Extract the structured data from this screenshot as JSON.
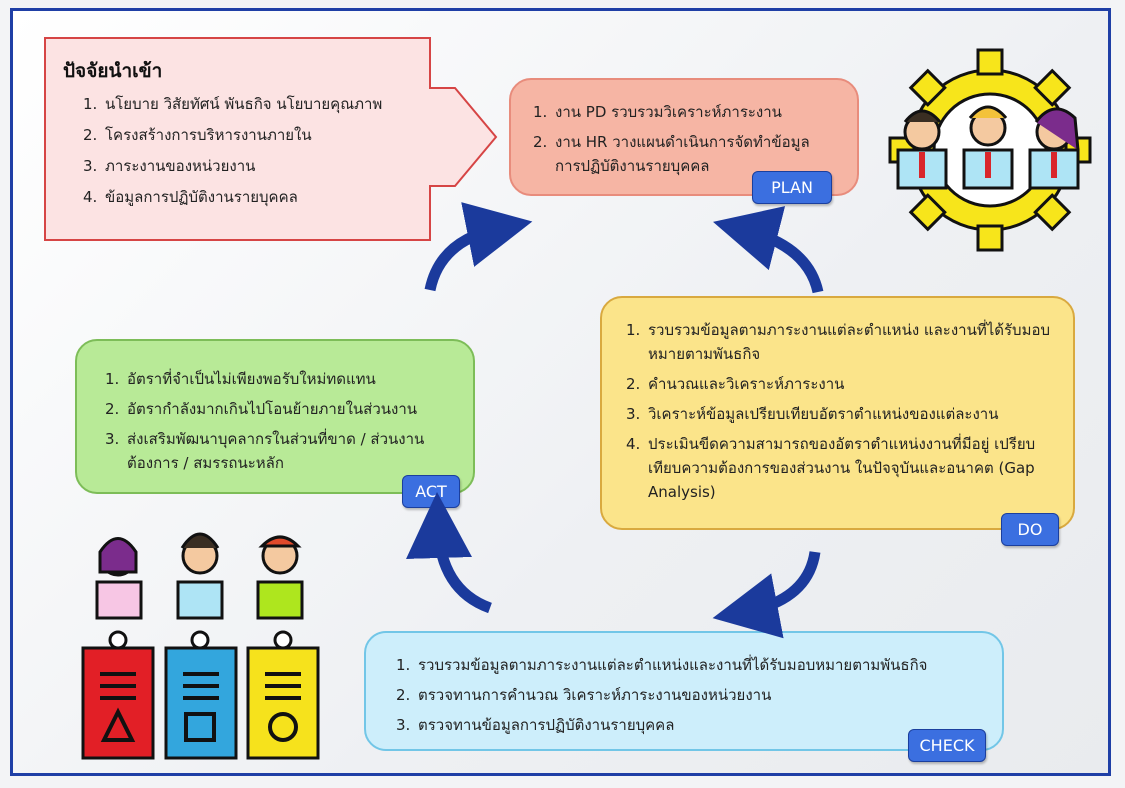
{
  "input_box": {
    "title": "ปัจจัยนำเข้า",
    "items": [
      {
        "n": "1.",
        "text": "นโยบาย วิสัยทัศน์ พันธกิจ นโยบายคุณภาพ"
      },
      {
        "n": "2.",
        "text": "โครงสร้างการบริหารงานภายใน"
      },
      {
        "n": "3.",
        "text": "ภาระงานของหน่วยงาน"
      },
      {
        "n": "4.",
        "text": "ข้อมูลการปฏิบัติงานรายบุคคล"
      }
    ]
  },
  "plan": {
    "label": "PLAN",
    "items": [
      {
        "n": "1.",
        "text": "งาน PD รวบรวมวิเคราะห์ภาระงาน"
      },
      {
        "n": "2.",
        "text": "งาน HR วางแผนดำเนินการจัดทำข้อมูลการปฏิบัติงานรายบุคคล"
      }
    ]
  },
  "do": {
    "label": "DO",
    "items": [
      {
        "n": "1.",
        "text": "รวบรวมข้อมูลตามภาระงานแต่ละตำแหน่ง และงานที่ได้รับมอบหมายตามพันธกิจ"
      },
      {
        "n": "2.",
        "text": "คำนวณและวิเคราะห์ภาระงาน"
      },
      {
        "n": "3.",
        "text": "วิเคราะห์ข้อมูลเปรียบเทียบอัตราตำแหน่งของแต่ละงาน"
      },
      {
        "n": "4.",
        "text": "ประเมินขีดความสามารถของอัตราตำแหน่งงานที่มีอยู่ เปรียบเทียบความต้องการของส่วนงาน ในปัจจุบันและอนาคต (Gap Analysis)"
      }
    ]
  },
  "check": {
    "label": "CHECK",
    "items": [
      {
        "n": "1.",
        "text": "รวบรวมข้อมูลตามภาระงานแต่ละตำแหน่งและงานที่ได้รับมอบหมายตามพันธกิจ"
      },
      {
        "n": "2.",
        "text": "ตรวจทานการคำนวณ วิเคราะห์ภาระงานของหน่วยงาน"
      },
      {
        "n": "3.",
        "text": "ตรวจทานข้อมูลการปฏิบัติงานรายบุคคล"
      }
    ]
  },
  "act": {
    "label": "ACT",
    "items": [
      {
        "n": "1.",
        "text": "อัตราที่จำเป็นไม่เพียงพอรับใหม่ทดแทน"
      },
      {
        "n": "2.",
        "text": "อัตรากำลังมากเกินไปโอนย้ายภายในส่วนงาน"
      },
      {
        "n": "3.",
        "text": "ส่งเสริมพัฒนาบุคลากรในส่วนที่ขาด / ส่วนงานต้องการ / สมรรถนะหลัก"
      }
    ]
  },
  "colors": {
    "arrow": "#1b3a9c",
    "plan": "#f6b5a4",
    "do": "#fbe48a",
    "check": "#cdeefb",
    "act": "#b8ea97",
    "tag": "#3b6fe0"
  },
  "icons": [
    "team-gear-icon",
    "people-clipboards-icon"
  ]
}
